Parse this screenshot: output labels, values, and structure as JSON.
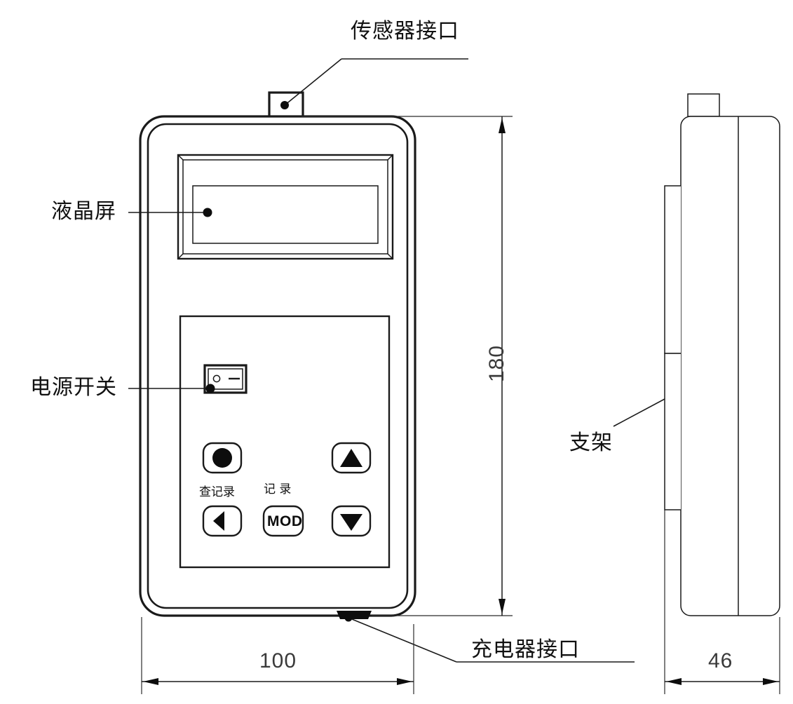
{
  "drawing": {
    "title": "handheld-instrument-dimension-drawing",
    "units": "mm",
    "line_color": "#1a1a1a",
    "background": "#ffffff"
  },
  "callouts": {
    "sensor_port": "传感器接口",
    "lcd_screen": "液晶屏",
    "power_switch": "电源开关",
    "charger_port": "充电器接口",
    "stand": "支架"
  },
  "dimensions": {
    "height": "180",
    "width": "100",
    "depth": "46"
  },
  "keypad": {
    "record_group_label": "查记录",
    "mode_group_label": "记 录",
    "buttons": [
      {
        "name": "record-dot",
        "glyph": "●"
      },
      {
        "name": "up-arrow",
        "glyph": "▲"
      },
      {
        "name": "left-arrow",
        "glyph": "◀"
      },
      {
        "name": "mod",
        "glyph": "MOD"
      },
      {
        "name": "down-arrow",
        "glyph": "▼"
      }
    ],
    "mod_label": "MOD"
  },
  "power_switch": {
    "off_mark": "○",
    "on_mark": "—"
  }
}
